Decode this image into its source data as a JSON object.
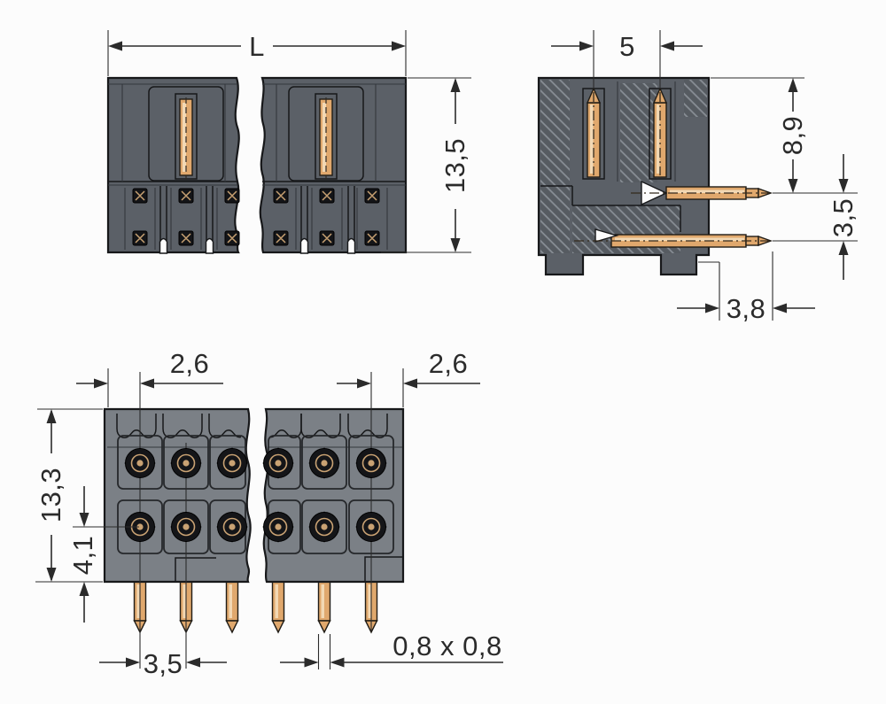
{
  "page": {
    "background": "#fcfcfc"
  },
  "colors": {
    "line": "#2b2b2b",
    "body_dark": "#5b6067",
    "body_bottom": "#7b8086",
    "recess": "#43474d",
    "pin": "#e0a86d",
    "pin_highlight": "#f2d8b4",
    "contact_dark": "#141518",
    "contact_gold": "#c9a273"
  },
  "views": {
    "front": {
      "dims": {
        "length": "L",
        "height": "13,5"
      }
    },
    "side": {
      "dims": {
        "pin_spacing": "5",
        "pin_length": "8,9",
        "row_spacing": "3,5",
        "depth": "3,8"
      }
    },
    "bottom": {
      "dims": {
        "edge_to_pin_left": "2,6",
        "edge_to_pin_right": "2,6",
        "height": "13,3",
        "pin_to_edge": "4,1",
        "pin_pitch": "3,5",
        "pin_cross_section": "0,8 x 0,8"
      }
    }
  }
}
